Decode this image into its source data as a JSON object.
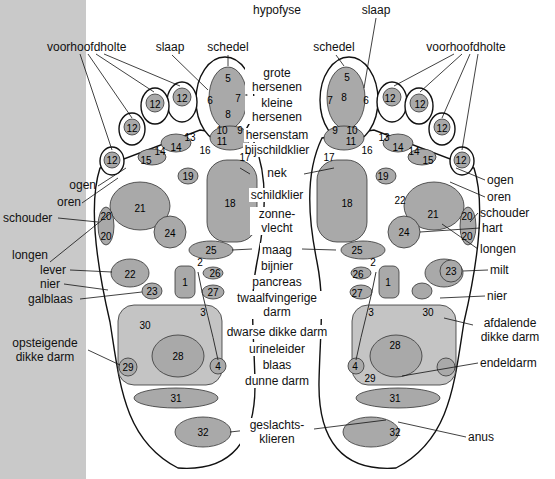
{
  "diagram": {
    "labels": [
      "voorhoofdholte",
      "slaap",
      "schedel",
      "hypofyse",
      "grote hersenen",
      "kleine hersenen",
      "hersenstam",
      "bijschildklier",
      "nek",
      "schildklier",
      "zonne- vlecht",
      "maag",
      "bijnier",
      "pancreas",
      "twaalfvingerige darm",
      "dwarse dikke darm",
      "urineleider",
      "blaas",
      "dunne darm",
      "geslachts- klieren",
      "ogen",
      "oren",
      "schouder",
      "longen",
      "lever",
      "nier",
      "galblaas",
      "opsteigende dikke darm",
      "slaap",
      "schedel",
      "voorhoofdholte",
      "ogen",
      "oren",
      "schouder",
      "hart",
      "longen",
      "milt",
      "nier",
      "afdalende dikke darm",
      "endeldarm",
      "anus",
      "5",
      "6",
      "7",
      "8",
      "12",
      "12",
      "12",
      "12",
      "13",
      "14",
      "14",
      "15",
      "16",
      "10",
      "9",
      "11",
      "17",
      "19",
      "18",
      "20",
      "20",
      "21",
      "24",
      "25",
      "22",
      "2",
      "26",
      "1",
      "27",
      "23",
      "3",
      "30",
      "28",
      "29",
      "4",
      "31",
      "32",
      "5",
      "8",
      "7",
      "6",
      "12",
      "12",
      "12",
      "12",
      "10",
      "9",
      "11",
      "17",
      "16",
      "13",
      "14",
      "14",
      "15",
      "19",
      "18",
      "22",
      "21",
      "20",
      "20",
      "24",
      "25",
      "2",
      "26",
      "1",
      "27",
      "23",
      "3",
      "30",
      "28",
      "29",
      "4",
      "31",
      "32"
    ]
  }
}
